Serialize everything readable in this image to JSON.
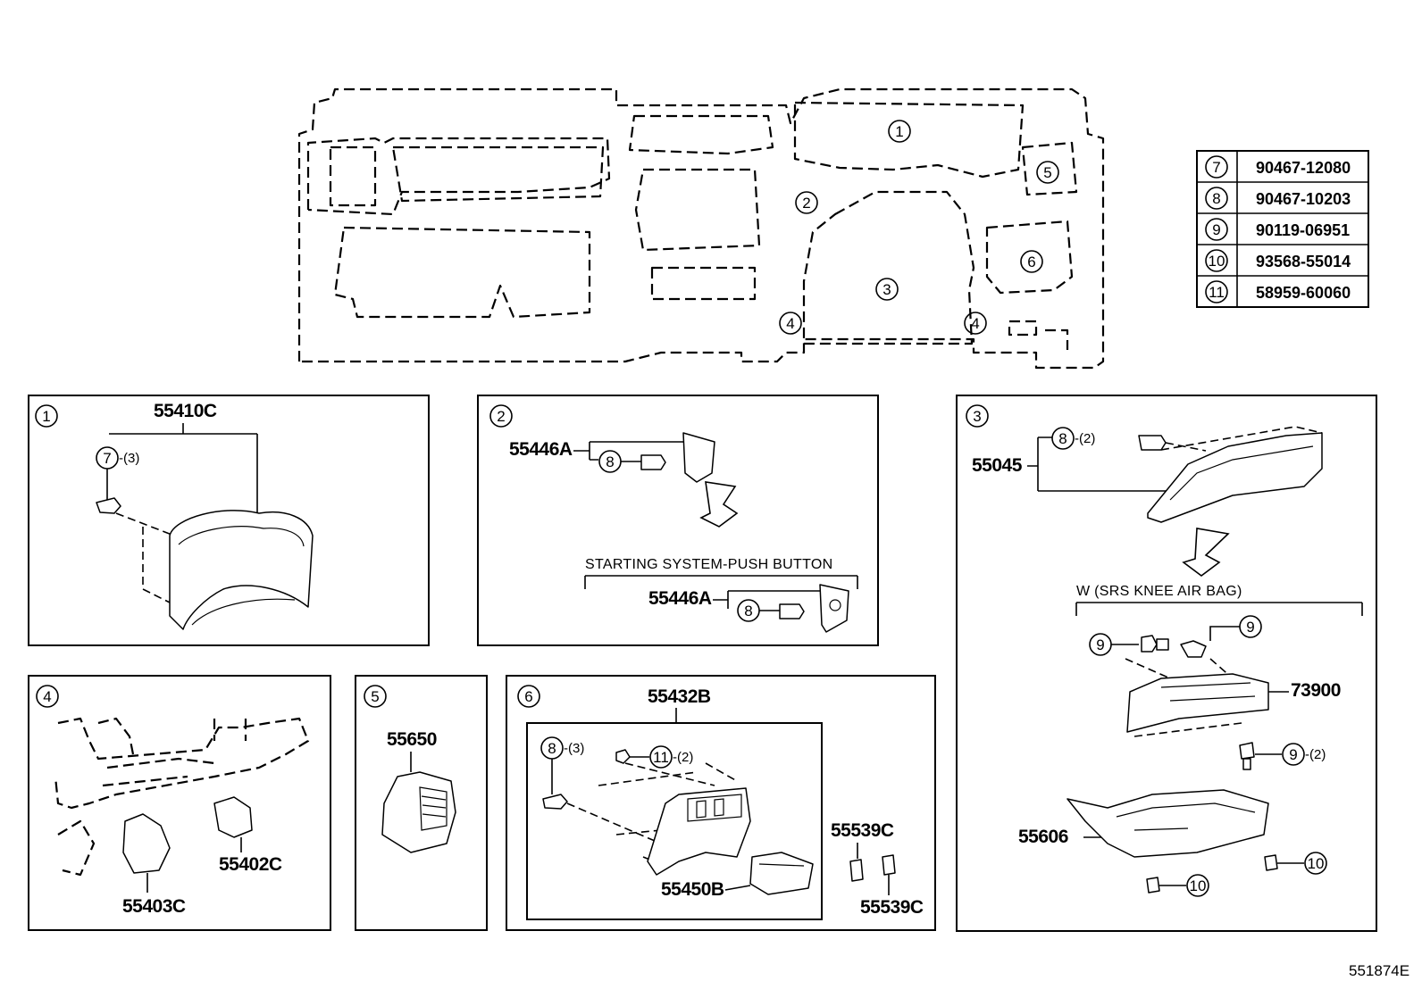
{
  "diagram_id": "551874E",
  "callout_numbers": {
    "c1": "1",
    "c2": "2",
    "c3": "3",
    "c4": "4",
    "c5": "5",
    "c6": "6",
    "c7": "7",
    "c8": "8",
    "c9": "9",
    "c10": "10",
    "c11": "11"
  },
  "legend_table": [
    {
      "ref": "7",
      "part": "90467-12080"
    },
    {
      "ref": "8",
      "part": "90467-10203"
    },
    {
      "ref": "9",
      "part": "90119-06951"
    },
    {
      "ref": "10",
      "part": "93568-55014"
    },
    {
      "ref": "11",
      "part": "58959-60060"
    }
  ],
  "panel1": {
    "part": "55410C",
    "qty": "-(3)"
  },
  "panel2": {
    "part_a": "55446A",
    "part_b": "55446A",
    "caption": "STARTING SYSTEM-PUSH BUTTON"
  },
  "panel3": {
    "part_top": "55045",
    "qty_top": "-(2)",
    "caption": "W (SRS KNEE AIR BAG)",
    "part_mid": "73900",
    "qty_mid": "-(2)",
    "part_bottom": "55606"
  },
  "panel4": {
    "part_a": "55402C",
    "part_b": "55403C"
  },
  "panel5": {
    "part": "55650"
  },
  "panel6": {
    "part_top": "55432B",
    "qty_8": "-(3)",
    "qty_11": "-(2)",
    "part_box": "55450B",
    "part_clip_a": "55539C",
    "part_clip_b": "55539C"
  }
}
